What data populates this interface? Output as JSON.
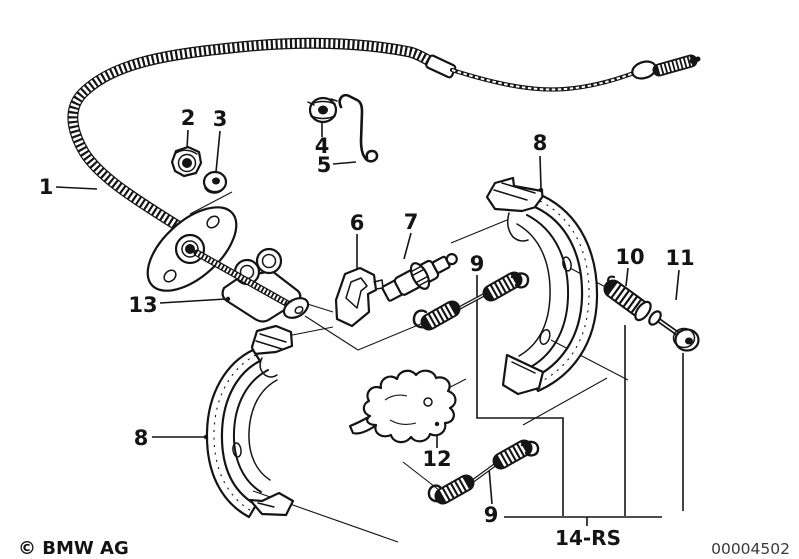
{
  "diagram": {
    "callouts": {
      "c1": "1",
      "c2": "2",
      "c3": "3",
      "c4": "4",
      "c5": "5",
      "c6": "6",
      "c7": "7",
      "c8": "8",
      "c9": "9",
      "c10": "10",
      "c11": "11",
      "c12": "12",
      "c13": "13",
      "kit": "14-RS"
    },
    "colors": {
      "ink": "#141414",
      "background": "#ffffff",
      "plate_number": "#3a3a3a"
    }
  },
  "footer": {
    "copyright": "© BMW AG",
    "plate_number": "00004502"
  }
}
